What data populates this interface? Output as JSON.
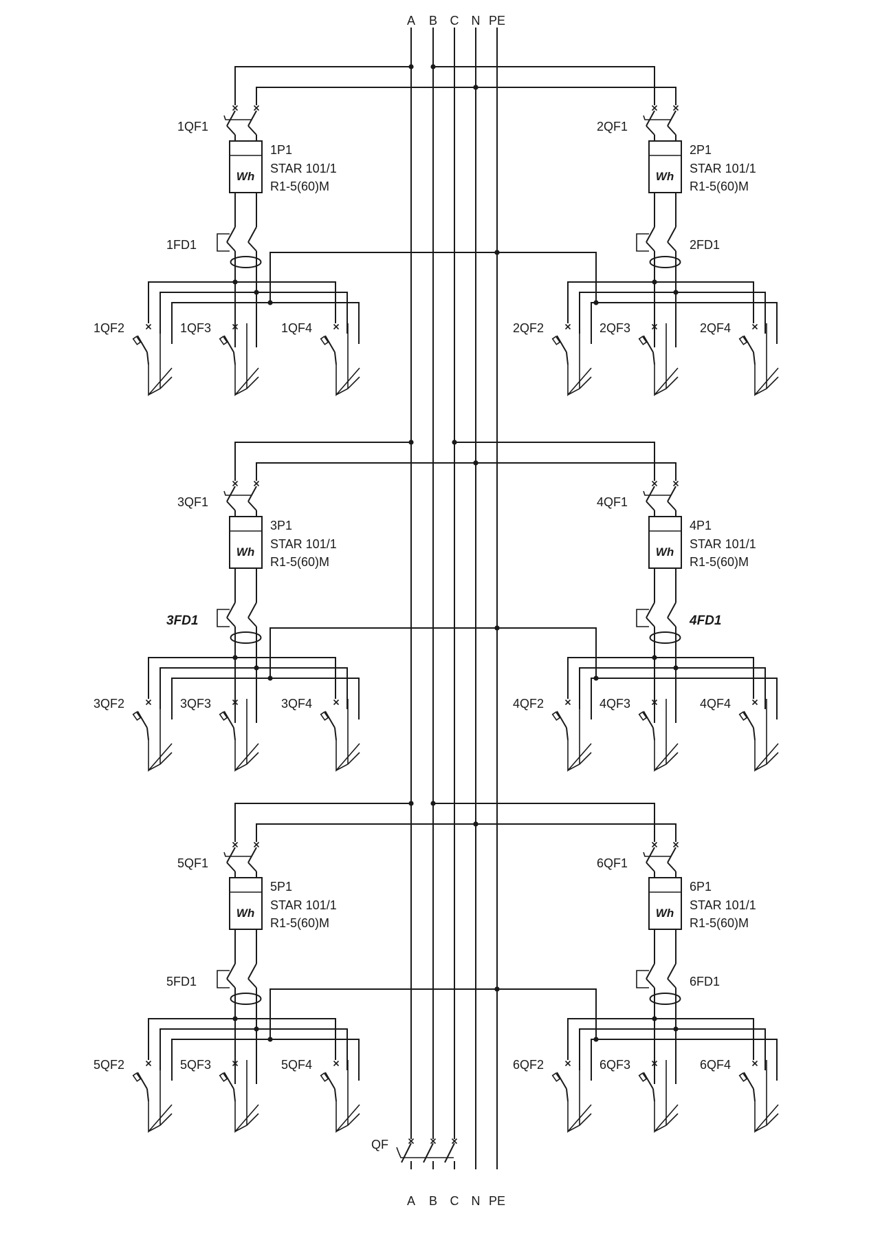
{
  "bus_labels": [
    "A",
    "B",
    "C",
    "N",
    "PE"
  ],
  "main_breaker": "QF",
  "groups": [
    {
      "qf1": "1QF1",
      "meter": "1P1",
      "meter_model": "STAR 101/1",
      "meter_rating": "R1-5(60)M",
      "meter_symbol": "Wh",
      "fd": "1FD1",
      "fd_italic": false,
      "qfs": [
        "1QF2",
        "1QF3",
        "1QF4"
      ]
    },
    {
      "qf1": "2QF1",
      "meter": "2P1",
      "meter_model": "STAR 101/1",
      "meter_rating": "R1-5(60)M",
      "meter_symbol": "Wh",
      "fd": "2FD1",
      "fd_italic": false,
      "qfs": [
        "2QF2",
        "2QF3",
        "2QF4"
      ]
    },
    {
      "qf1": "3QF1",
      "meter": "3P1",
      "meter_model": "STAR 101/1",
      "meter_rating": "R1-5(60)M",
      "meter_symbol": "Wh",
      "fd": "3FD1",
      "fd_italic": true,
      "qfs": [
        "3QF2",
        "3QF3",
        "3QF4"
      ]
    },
    {
      "qf1": "4QF1",
      "meter": "4P1",
      "meter_model": "STAR 101/1",
      "meter_rating": "R1-5(60)M",
      "meter_symbol": "Wh",
      "fd": "4FD1",
      "fd_italic": true,
      "qfs": [
        "4QF2",
        "4QF3",
        "4QF4"
      ]
    },
    {
      "qf1": "5QF1",
      "meter": "5P1",
      "meter_model": "STAR 101/1",
      "meter_rating": "R1-5(60)M",
      "meter_symbol": "Wh",
      "fd": "5FD1",
      "fd_italic": false,
      "qfs": [
        "5QF2",
        "5QF3",
        "5QF4"
      ]
    },
    {
      "qf1": "6QF1",
      "meter": "6P1",
      "meter_model": "STAR 101/1",
      "meter_rating": "R1-5(60)M",
      "meter_symbol": "Wh",
      "fd": "6FD1",
      "fd_italic": false,
      "qfs": [
        "6QF2",
        "6QF3",
        "6QF4"
      ]
    }
  ]
}
